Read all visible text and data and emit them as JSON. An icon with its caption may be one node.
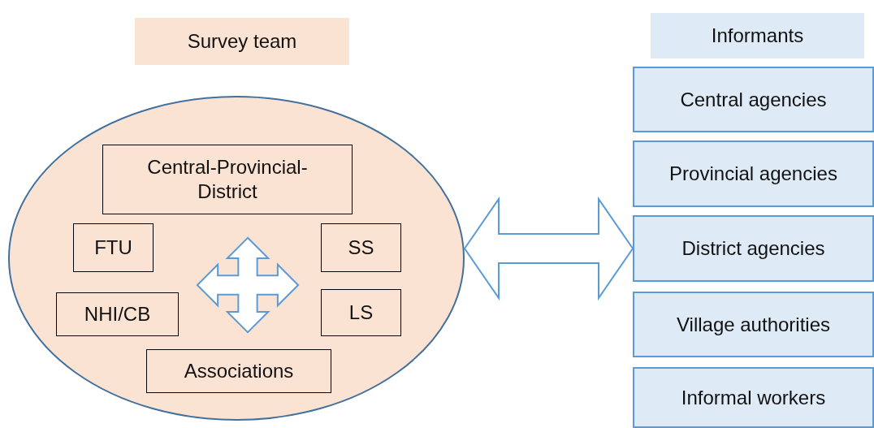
{
  "diagram": {
    "nodes": [
      {
        "text": [
          "Survey team"
        ]
      },
      {
        "text": [],
        "shape": "ellipse"
      },
      {
        "text": [
          "Central-Provincial-District"
        ],
        "in": 1
      },
      {
        "text": [
          "FTU"
        ],
        "in": 1
      },
      {
        "text": [
          "SS"
        ],
        "in": 1
      },
      {
        "text": [],
        "shape": "cross",
        "in": 1
      },
      {
        "text": [
          "NHI/CB"
        ],
        "in": 1
      },
      {
        "text": [
          "LS"
        ],
        "in": 1
      },
      {
        "text": [
          "Associations"
        ],
        "in": 1
      },
      {
        "text": [
          "Informants"
        ]
      },
      {
        "text": [
          "Central agencies"
        ]
      },
      {
        "text": [
          "Provincial agencies"
        ]
      },
      {
        "text": [
          "District agencies"
        ]
      },
      {
        "text": [
          "Village authorities"
        ]
      },
      {
        "text": [
          "Informal workers"
        ]
      }
    ],
    "edges": [
      {
        "from": 1,
        "to": 12,
        "arrow": "both",
        "style": "thick",
        "color": "#5b9bd5"
      }
    ]
  }
}
